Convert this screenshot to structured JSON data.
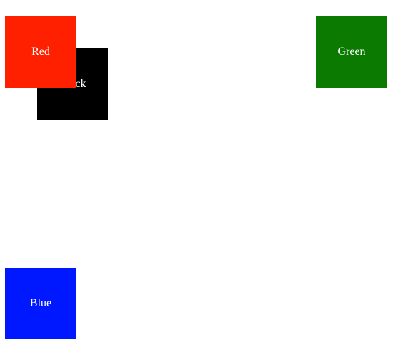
{
  "boxes": {
    "red": {
      "label": "Red",
      "color": "#ff2000"
    },
    "black": {
      "label": "Black",
      "color": "#000000"
    },
    "green": {
      "label": "Green",
      "color": "#0a7a00"
    },
    "blue": {
      "label": "Blue",
      "color": "#0018ff"
    }
  }
}
